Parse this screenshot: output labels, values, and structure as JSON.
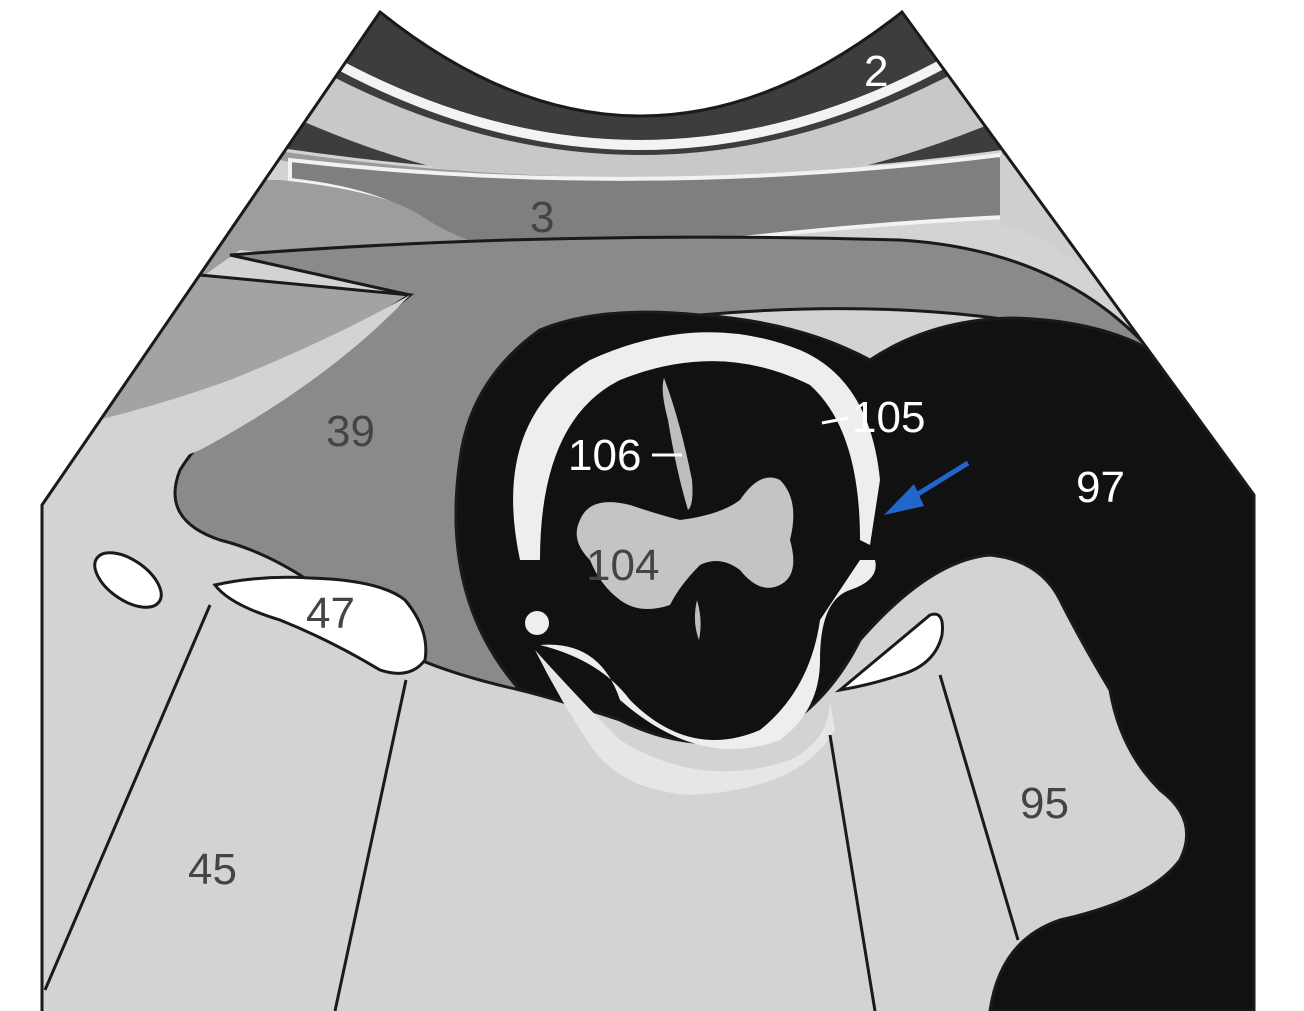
{
  "labels": {
    "l2": "2",
    "l3": "3",
    "l39": "39",
    "l45": "45",
    "l47": "47",
    "l95": "95",
    "l97": "97",
    "l104": "104",
    "l105": "105",
    "l106": "106"
  },
  "colors": {
    "background": "#ffffff",
    "outline": "#1a1a1a",
    "black_fill": "#111111",
    "dark_gray": "#3d3d3d",
    "mid_gray": "#7f7f7f",
    "gray_band": "#9b9b9b",
    "light_gray": "#c8c8c8",
    "pale_gray": "#d3d3d3",
    "bone_white": "#f1f1f1",
    "arrow_blue": "#2266cc"
  }
}
